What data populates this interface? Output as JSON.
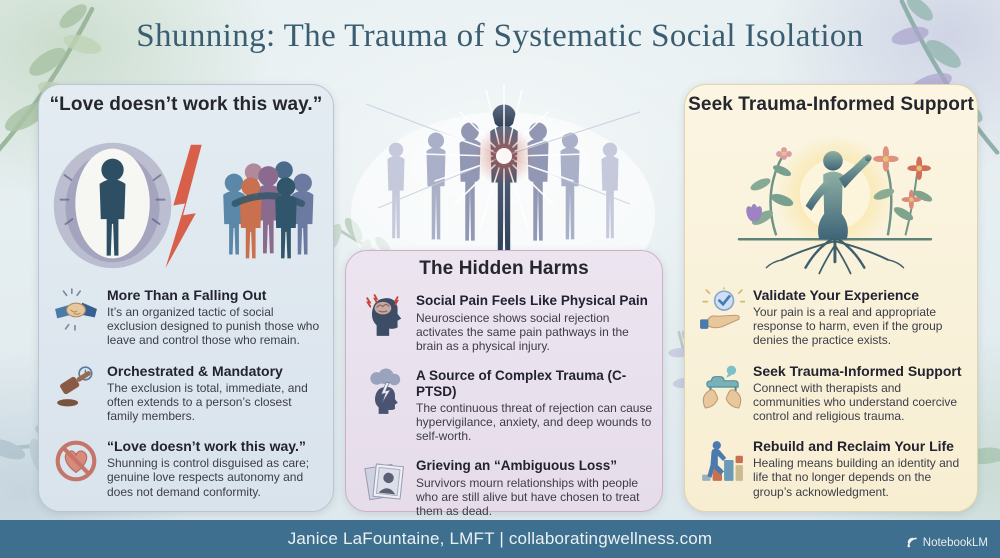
{
  "title": "Shunning: The Trauma of Systematic Social Isolation",
  "columns": [
    {
      "header": "“Love doesn’t work this way.”",
      "illustration": "isolated-person-vs-group-with-lightning",
      "items": [
        {
          "icon": "handshake-icon",
          "title": "More Than a Falling Out",
          "body": "It’s an organized tactic of social exclusion designed to punish those who leave and control those who remain."
        },
        {
          "icon": "gavel-clock-icon",
          "title": "Orchestrated & Mandatory",
          "body": "The exclusion is total, immediate, and often extends to a person’s closest family members."
        },
        {
          "icon": "no-heart-icon",
          "title": "“Love doesn’t work this way.”",
          "body": "Shunning is control disguised as care; genuine love respects autonomy and does not demand conformity."
        }
      ]
    },
    {
      "header": "The Hidden Harms",
      "illustration": "shattered-figures-with-burst",
      "items": [
        {
          "icon": "brain-pain-icon",
          "title": "Social Pain Feels Like Physical Pain",
          "body": "Neuroscience shows social rejection activates the same pain pathways in the brain as a physical injury."
        },
        {
          "icon": "storm-head-icon",
          "title": "A Source of Complex Trauma (C-PTSD)",
          "body": "The continuous threat of rejection can cause hypervigilance, anxiety, and deep wounds to self-worth."
        },
        {
          "icon": "photos-icon",
          "title": "Grieving an “Ambiguous Loss”",
          "body": "Survivors mourn relationships with people who are still alive but have chosen to treat them as dead."
        }
      ]
    },
    {
      "header": "Seek Trauma-Informed Support",
      "illustration": "person-with-roots-and-flowers",
      "items": [
        {
          "icon": "hand-check-icon",
          "title": "Validate Your Experience",
          "body": "Your pain is a real and appropriate response to harm, even if the group denies the practice exists."
        },
        {
          "icon": "supporting-hands-icon",
          "title": "Seek Trauma-Informed Support",
          "body": "Connect with therapists and communities who understand coercive control and religious trauma."
        },
        {
          "icon": "climbing-blocks-icon",
          "title": "Rebuild and Reclaim Your Life",
          "body": "Healing means building an identity and life that no longer depends on the group’s acknowledgment."
        }
      ]
    }
  ],
  "footer": {
    "credit": "Janice LaFountaine, LMFT | collaboratingwellness.com",
    "watermark": "NotebookLM"
  },
  "colors": {
    "background": "#e3ecef",
    "title_text": "#3a5d72",
    "panel_left_bg": "#dde6ee",
    "panel_middle_bg": "#e9e1ed",
    "panel_right_bg": "#f9f2da",
    "footer_bar": "#3f6f8e",
    "heading_text": "#26262e",
    "body_text": "#3d3d47",
    "accent_red": "#d8604b"
  }
}
